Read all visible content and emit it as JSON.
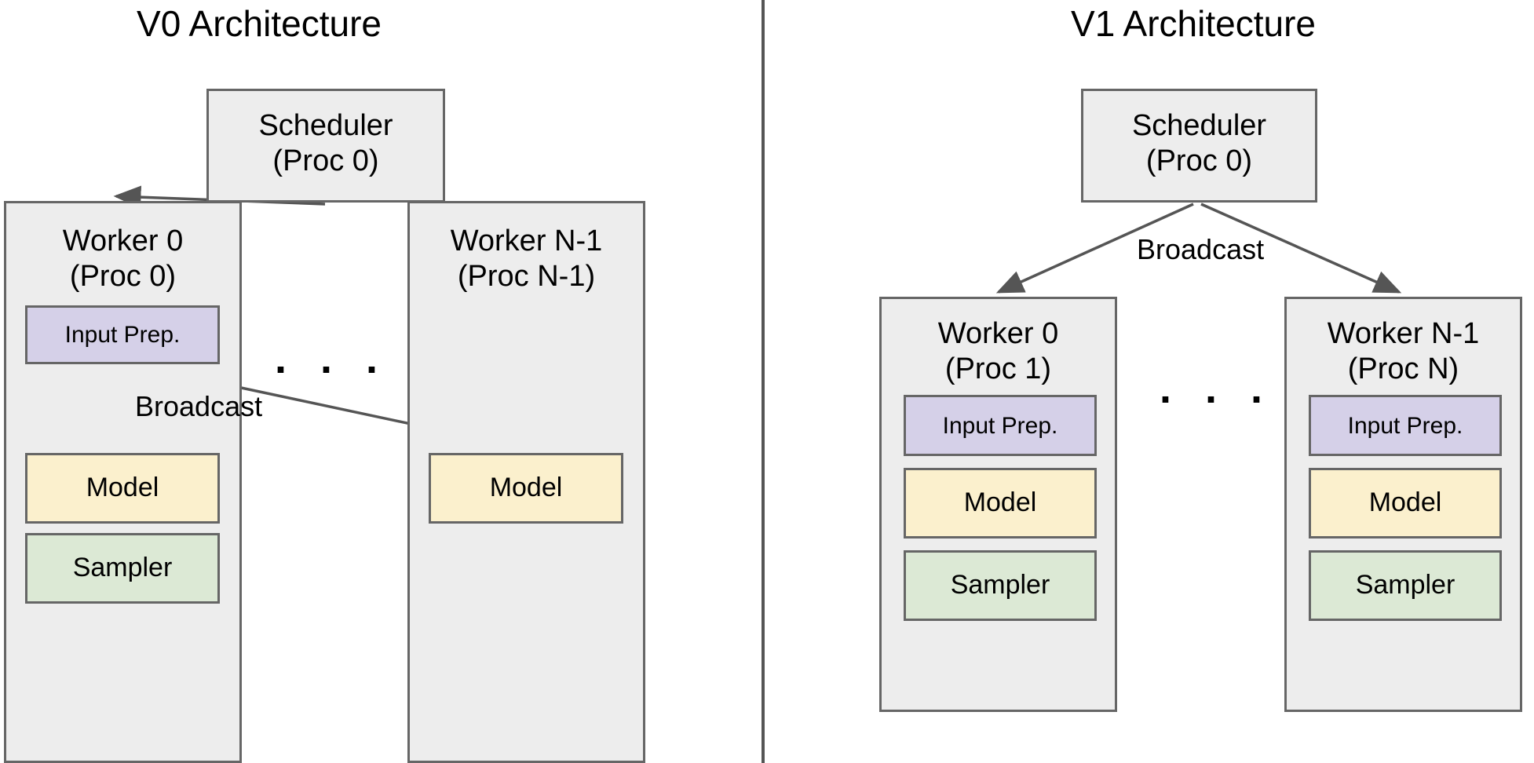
{
  "panels": [
    {
      "id": "v0",
      "title": "V0 Architecture",
      "scheduler": {
        "label": "Scheduler\n(Proc 0)"
      },
      "workers": [
        {
          "label": "Worker 0\n(Proc 0)",
          "components": [
            "Input Prep.",
            "Model",
            "Sampler"
          ]
        },
        {
          "label": "Worker N-1\n(Proc N-1)",
          "components": [
            "Model"
          ]
        }
      ],
      "ellipsis": ". . .",
      "edge_labels": [
        "Broadcast"
      ]
    },
    {
      "id": "v1",
      "title": "V1 Architecture",
      "scheduler": {
        "label": "Scheduler\n(Proc 0)"
      },
      "workers": [
        {
          "label": "Worker 0\n(Proc 1)",
          "components": [
            "Input Prep.",
            "Model",
            "Sampler"
          ]
        },
        {
          "label": "Worker N-1\n(Proc N)",
          "components": [
            "Input Prep.",
            "Model",
            "Sampler"
          ]
        }
      ],
      "ellipsis": ". . .",
      "edge_labels": [
        "Broadcast"
      ]
    }
  ],
  "colors": {
    "container_fill": "#ededed",
    "border": "#666666",
    "input_prep_fill": "#d5d0e8",
    "model_fill": "#fbf0cd",
    "sampler_fill": "#dce9d5",
    "arrow": "#555555",
    "divider": "#555555",
    "background": "#ffffff",
    "text": "#000000"
  }
}
